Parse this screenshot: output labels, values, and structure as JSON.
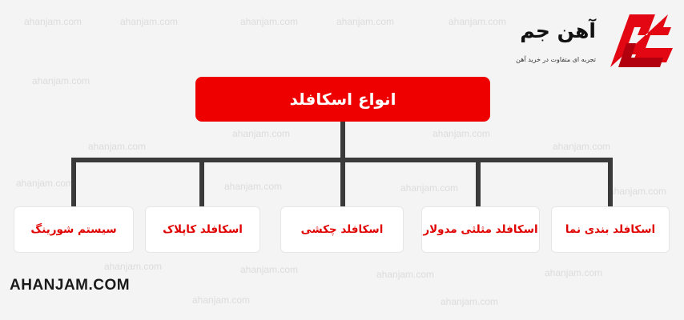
{
  "brand": {
    "name": "آهن جم",
    "tagline": "تجربه ای متفاوت در خرید آهن",
    "site": "AHANJAM.COM",
    "watermark": "ahanjam.com",
    "logo_mark_text": "AJ"
  },
  "diagram": {
    "root": "انواع اسکافلد",
    "children": [
      "اسکافلد بندی نما",
      "اسکافلد مثلثی مدولار",
      "اسکافلد چکشی",
      "اسکافلد کاپلاک",
      "سیستم شورینگ"
    ]
  },
  "colors": {
    "accent": "#ee0000",
    "connector": "#3a3a3a",
    "child_text": "#e00000",
    "background": "#f4f4f4"
  }
}
